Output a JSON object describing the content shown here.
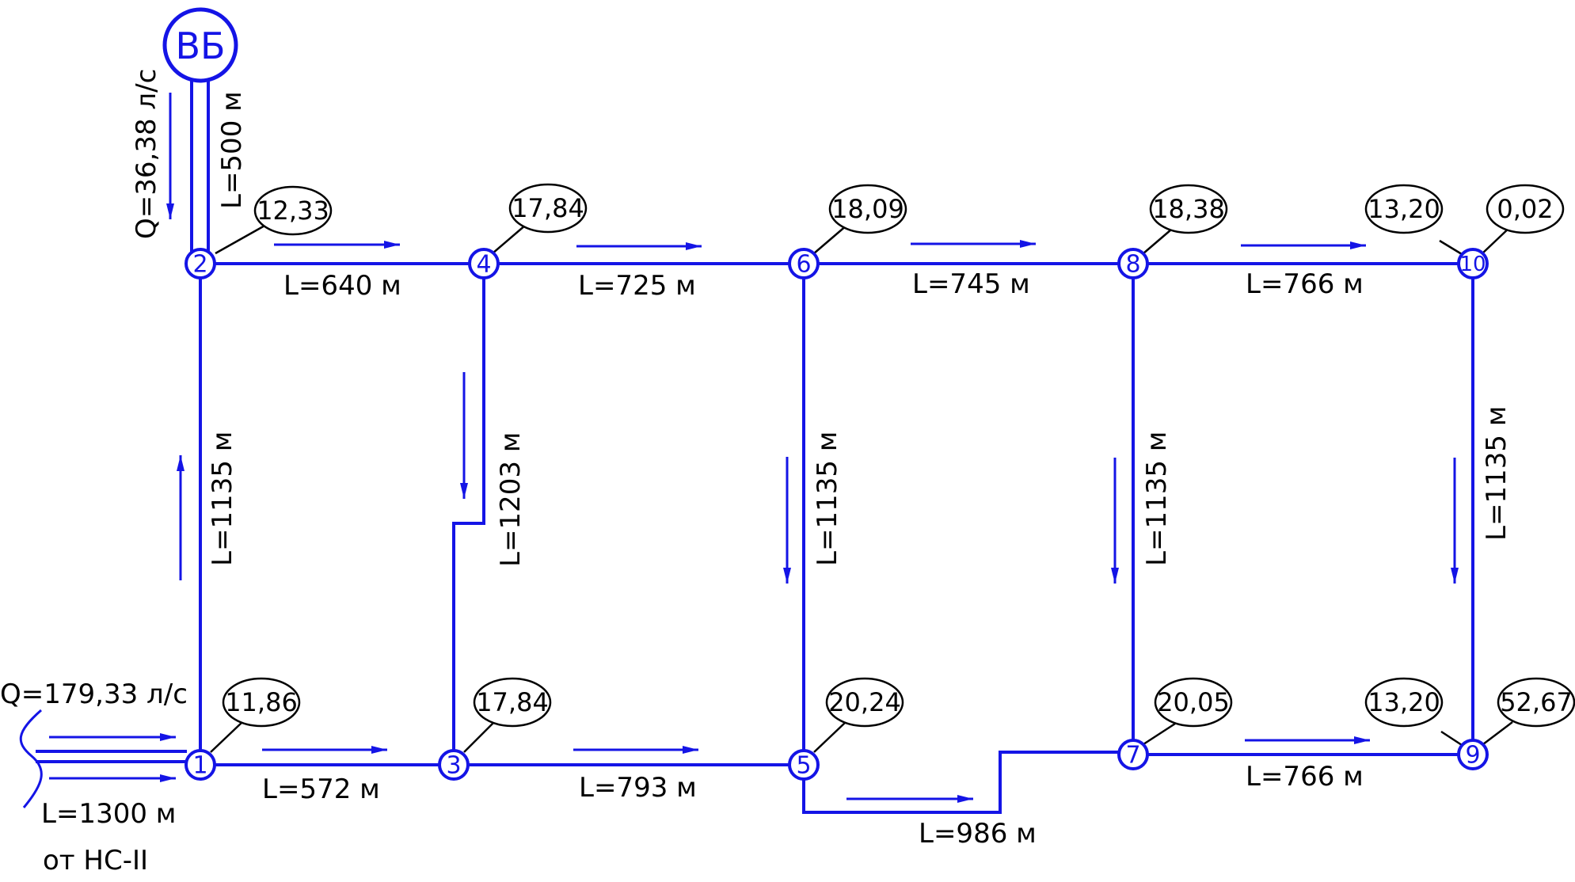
{
  "tower": {
    "label": "ВБ"
  },
  "source": {
    "flow": "Q=179,33 л/с",
    "length": "L=1300 м",
    "from": "от НС-II"
  },
  "tower_pipe": {
    "flow": "Q=36,38 л/с",
    "length": "L=500 м"
  },
  "nodes": [
    {
      "id": "1",
      "demand": "11,86"
    },
    {
      "id": "2",
      "demand": "12,33"
    },
    {
      "id": "3",
      "demand": "17,84"
    },
    {
      "id": "4",
      "demand": "17,84"
    },
    {
      "id": "5",
      "demand": "20,24"
    },
    {
      "id": "6",
      "demand": "18,09"
    },
    {
      "id": "7",
      "demand": "20,05"
    },
    {
      "id": "8",
      "demand": "18,38"
    },
    {
      "id": "9",
      "demand": "52,67"
    },
    {
      "id": "10",
      "demand": "0,02"
    }
  ],
  "node9_extra_demand": "13,20",
  "node10_extra_demand": "13,20",
  "pipes": {
    "p2_4": "L=640 м",
    "p4_6": "L=725 м",
    "p6_8": "L=745 м",
    "p8_10": "L=766 м",
    "p1_3": "L=572 м",
    "p3_5": "L=793 м",
    "p5_7": "L=986 м",
    "p7_9": "L=766 м",
    "p1_2": "L=1135 м",
    "p3_4": "L=1203 м",
    "p5_6": "L=1135 м",
    "p7_8": "L=1135 м",
    "p9_10": "L=1135 м"
  },
  "colors": {
    "pipe": "#1414e6",
    "label": "#000000"
  }
}
